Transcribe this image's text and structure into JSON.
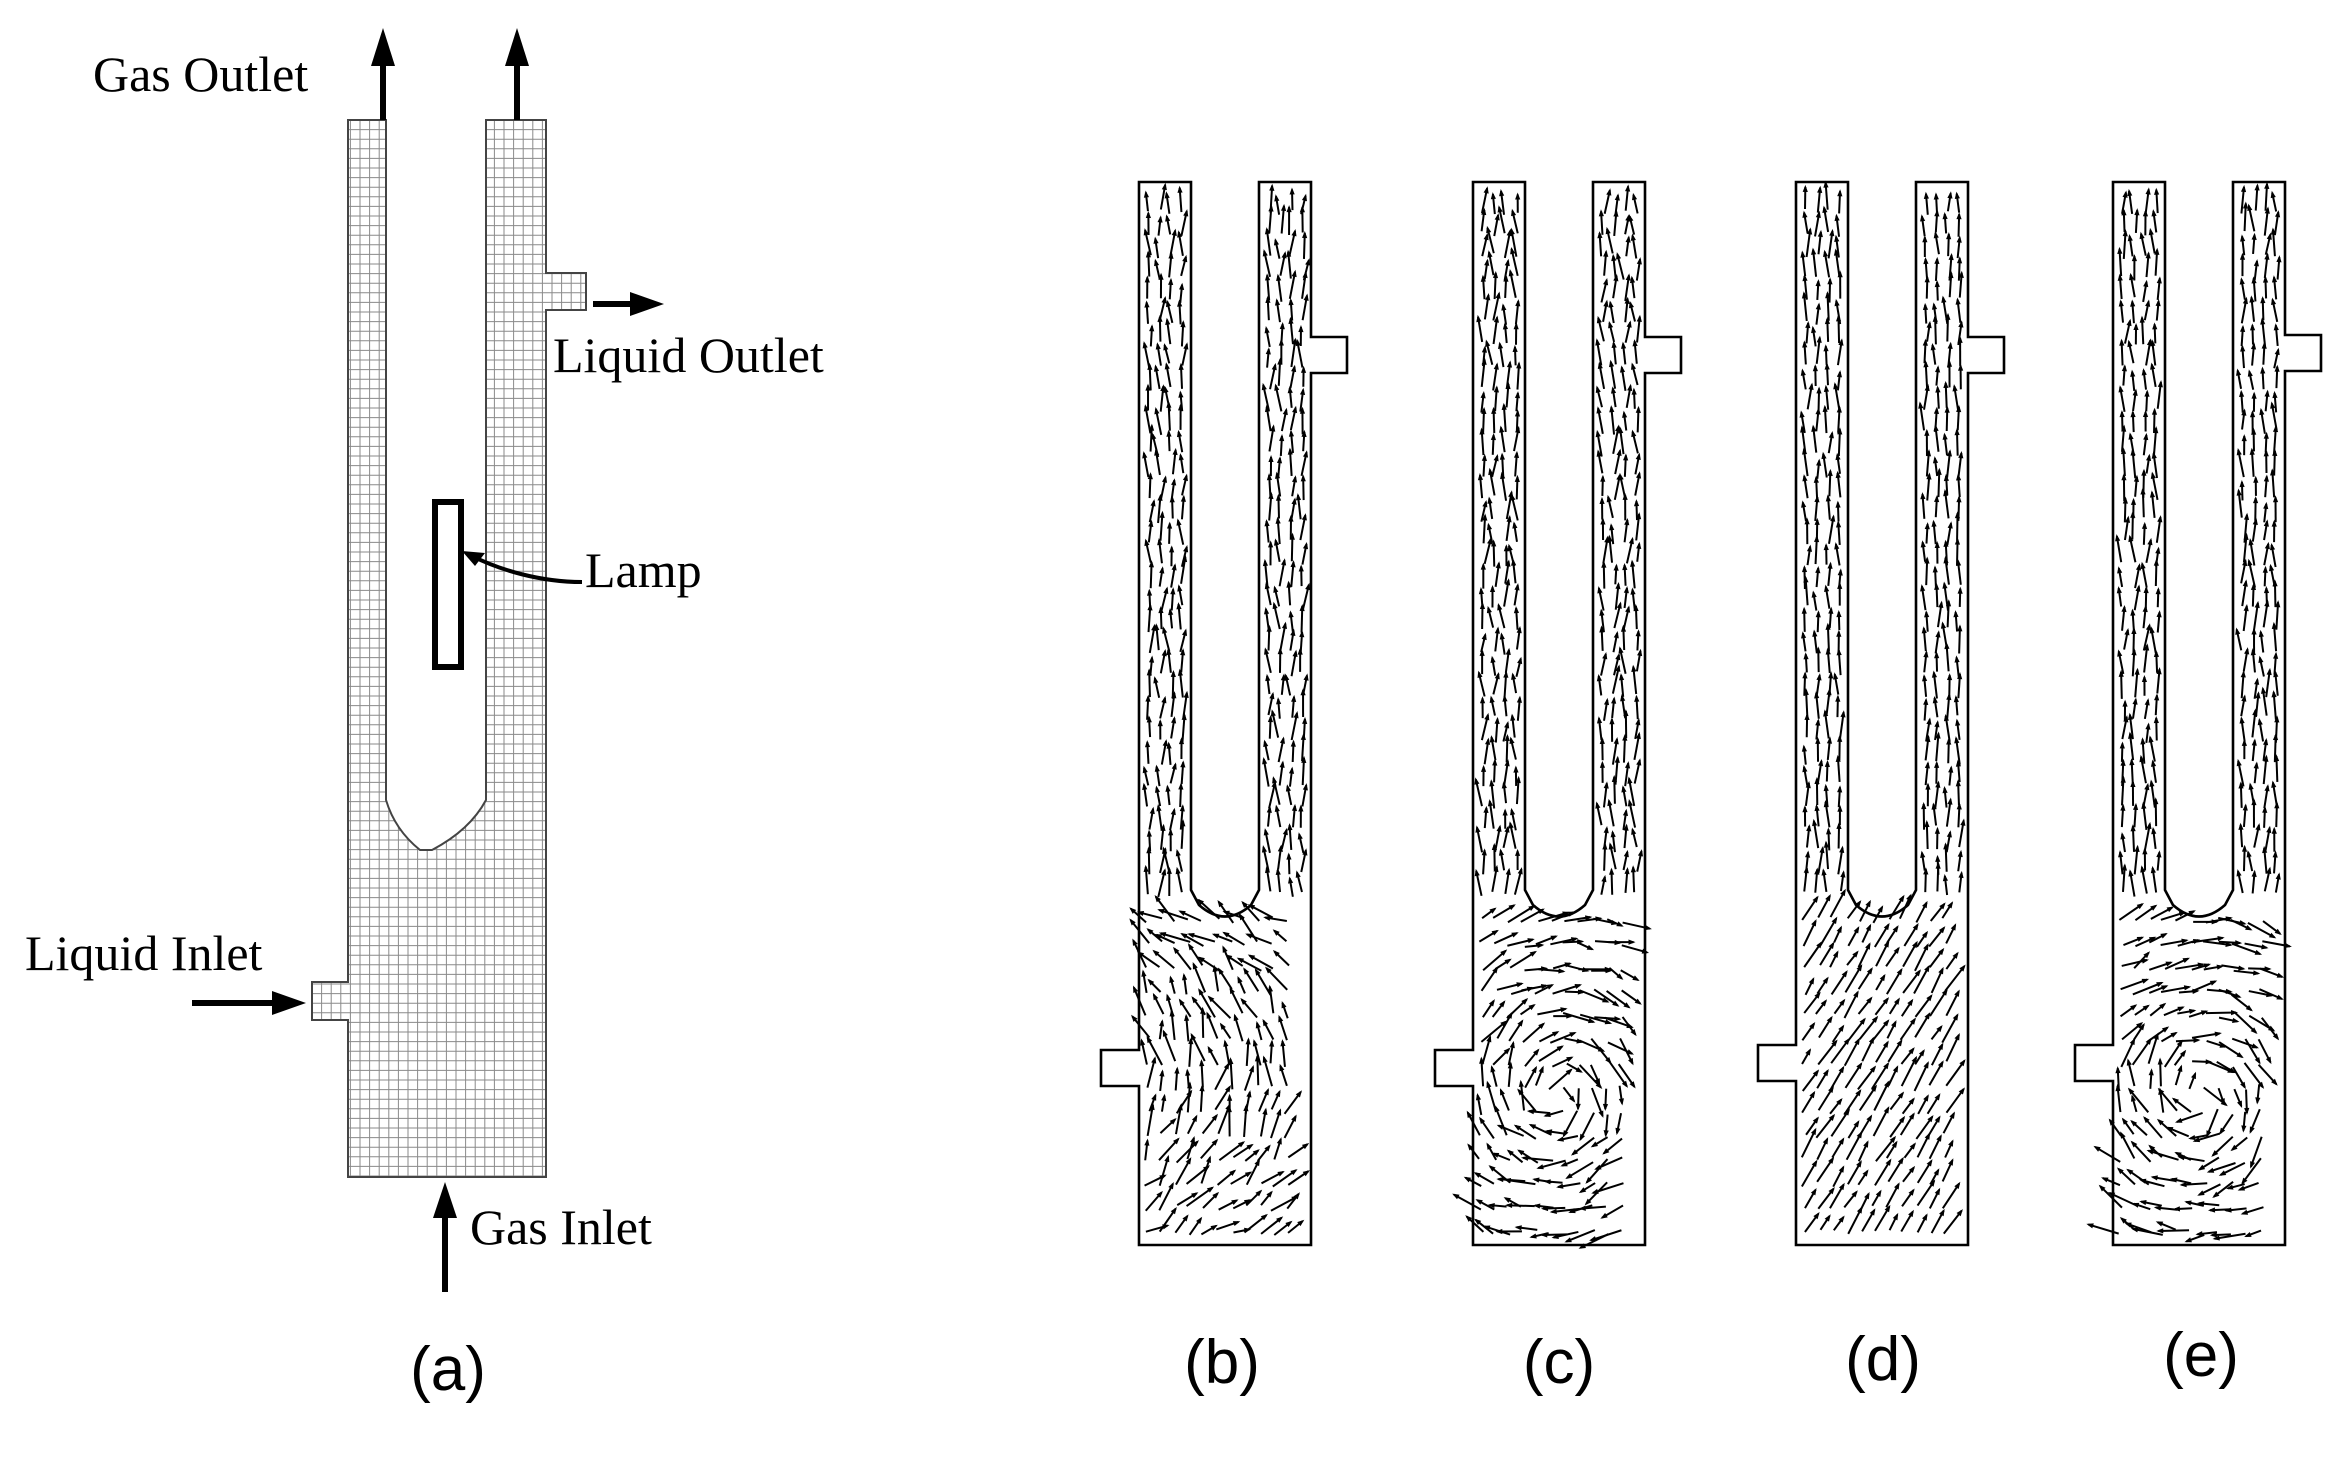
{
  "labels": {
    "gas_outlet": "Gas Outlet",
    "liquid_outlet": "Liquid Outlet",
    "lamp": "Lamp",
    "liquid_inlet": "Liquid Inlet",
    "gas_inlet": "Gas Inlet"
  },
  "panels": [
    {
      "id": "a",
      "label": "(a)"
    },
    {
      "id": "b",
      "label": "(b)"
    },
    {
      "id": "c",
      "label": "(c)"
    },
    {
      "id": "d",
      "label": "(d)"
    },
    {
      "id": "e",
      "label": "(e)"
    }
  ],
  "colors": {
    "ink": "#000000",
    "mesh": "#8a8a8a",
    "background": "#ffffff"
  }
}
